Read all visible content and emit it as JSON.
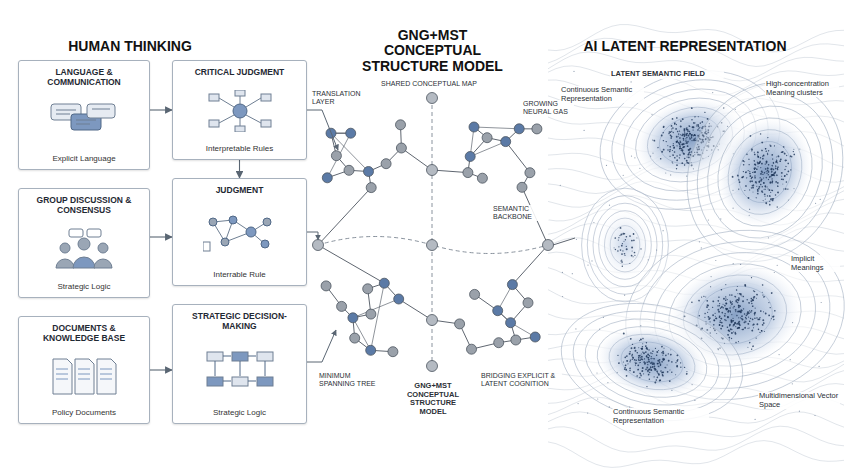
{
  "diagram": {
    "title": "GNG+MST CONCEPTUAL STRUCTURE MODEL",
    "nodes": [
      {
        "text": [
          "LANGUAGE & COMMUNICATION",
          "Explicit Language"
        ]
      },
      {
        "text": [
          "CRITICAL JUDGMENT",
          "Interpretable Rules"
        ]
      },
      {
        "text": [
          "GROUP DISCUSSION & CONSENSUS",
          "Strategic Logic"
        ]
      },
      {
        "text": [
          "JUDGMENT",
          "Interrable Rule"
        ]
      },
      {
        "text": [
          "DOCUMENTS & KNOWLEDGE BASE",
          "Policy Documents"
        ]
      },
      {
        "text": [
          "STRATEGIC DECISION-MAKING",
          "Strategic Logic"
        ]
      }
    ],
    "edges": [
      {
        "from": 0,
        "to": 1,
        "arrow": "to"
      },
      {
        "from": 2,
        "to": 3,
        "arrow": "to"
      },
      {
        "from": 4,
        "to": 5,
        "arrow": "to"
      },
      {
        "from": 1,
        "to": 3,
        "arrow": "to"
      }
    ],
    "labels": [
      "HUMAN THINKING",
      "AI LATENT REPRESENTATION",
      "SHARED CONCEPTUAL MAP",
      "TRANSLATION LAYER",
      "GROWING NEURAL GAS",
      "SEMANTIC BACKBONE",
      "MINIMUM SPANNING TREE",
      "GNG+MST CONCEPTUAL STRUCTURE MODEL",
      "BRIDGING EXPLICIT & LATENT COGNITION",
      "LATENT SEMANTIC FIELD",
      "Continuous Semantic Representation",
      "High-concentration Meaning clusters",
      "Implicit Meanings",
      "Continuous Semantic Representation",
      "Multidimensional Vector Space"
    ]
  }
}
